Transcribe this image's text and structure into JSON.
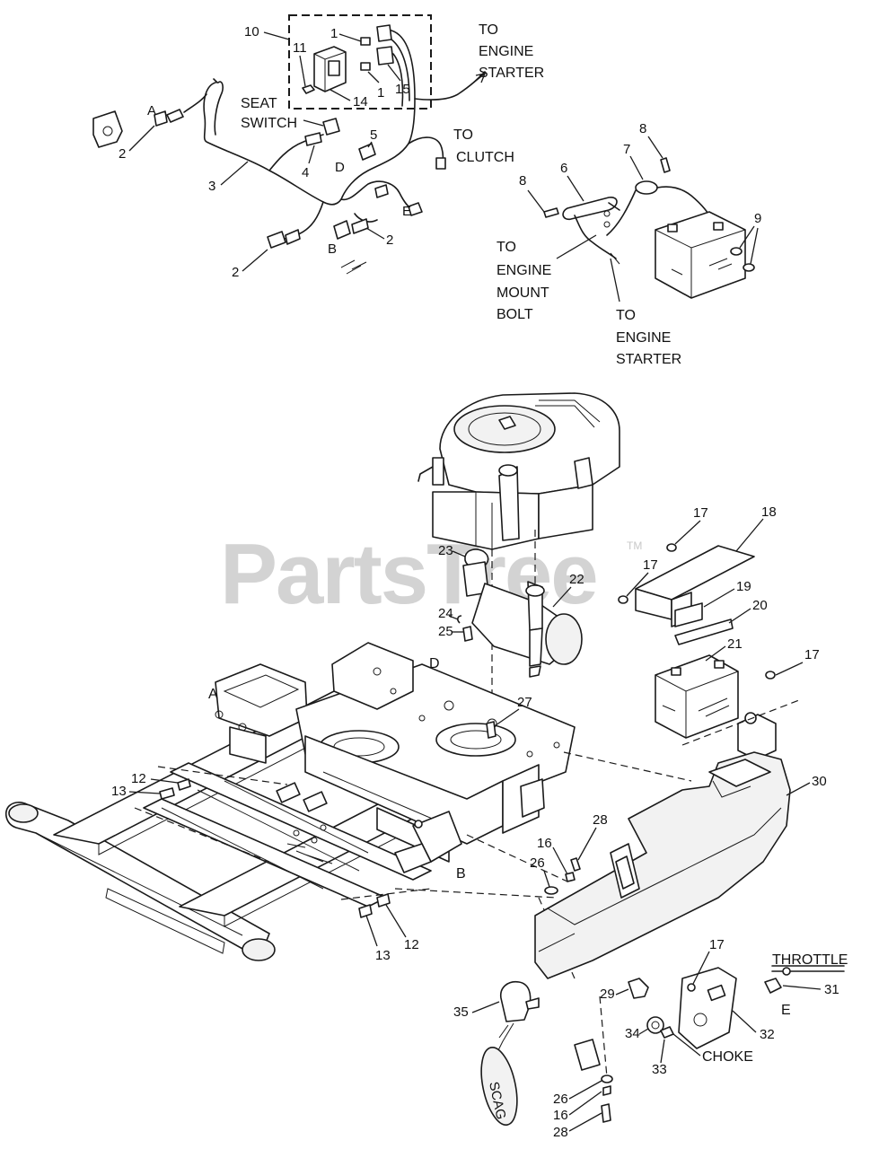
{
  "watermark": {
    "text": "PartsTree",
    "trademark": "TM"
  },
  "text_labels": {
    "to_engine_starter_top": [
      "TO",
      "ENGINE",
      "STARTER"
    ],
    "seat_switch": [
      "SEAT",
      "SWITCH"
    ],
    "to_clutch": [
      "TO",
      "CLUTCH"
    ],
    "to_engine_mount_bolt": [
      "TO",
      "ENGINE",
      "MOUNT",
      "BOLT"
    ],
    "to_engine_starter_right": [
      "TO",
      "ENGINE",
      "STARTER"
    ],
    "throttle": "THROTTLE",
    "choke": "CHOKE"
  },
  "connection_letters": {
    "a_harness": "A",
    "b_harness": "B",
    "d_harness": "D",
    "e_harness": "E",
    "a_frame": "A",
    "b_frame": "B",
    "d_frame": "D",
    "e_throttle": "E"
  },
  "callouts": {
    "c1a": "1",
    "c1b": "1",
    "c2a": "2",
    "c2b": "2",
    "c2c": "2",
    "c3": "3",
    "c4": "4",
    "c5": "5",
    "c6": "6",
    "c7": "7",
    "c8a": "8",
    "c8b": "8",
    "c9": "9",
    "c10": "10",
    "c11": "11",
    "c14": "14",
    "c15": "15",
    "c12a": "12",
    "c12b": "12",
    "c13a": "13",
    "c13b": "13",
    "c16a": "16",
    "c16b": "16",
    "c17a": "17",
    "c17b": "17",
    "c17c": "17",
    "c17d": "17",
    "c18": "18",
    "c19": "19",
    "c20": "20",
    "c21": "21",
    "c22": "22",
    "c23": "23",
    "c24": "24",
    "c25": "25",
    "c26a": "26",
    "c26b": "26",
    "c27": "27",
    "c28a": "28",
    "c28b": "28",
    "c29": "29",
    "c30": "30",
    "c31": "31",
    "c32": "32",
    "c33": "33",
    "c34": "34",
    "c35": "35"
  },
  "key_fob_text": "SCAG"
}
